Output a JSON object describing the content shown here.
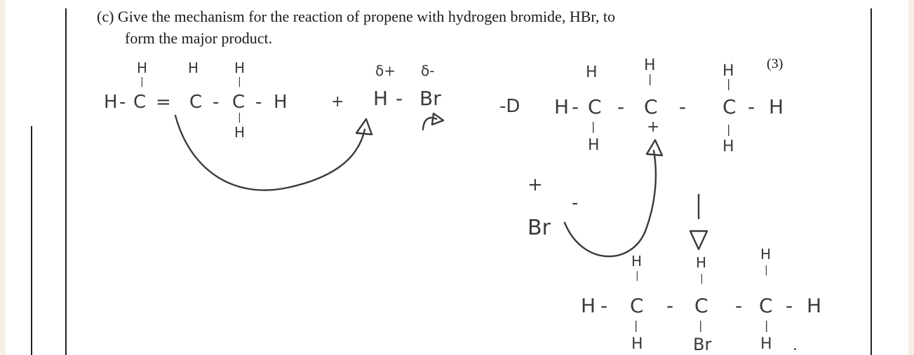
{
  "question": {
    "line1": "(c) Give the mechanism for the reaction of propene with hydrogen bromide, HBr, to",
    "line2": "form the major product.",
    "marks": "(3)"
  },
  "handwriting": {
    "H": "H",
    "C": "C",
    "Br": "Br",
    "bond": "-",
    "double_bond": "=",
    "vbond": "|",
    "plus": "+",
    "minus": "-",
    "delta_plus": "δ+",
    "delta_minus": "δ-",
    "yields_arrow": "-D",
    "dot": "."
  }
}
